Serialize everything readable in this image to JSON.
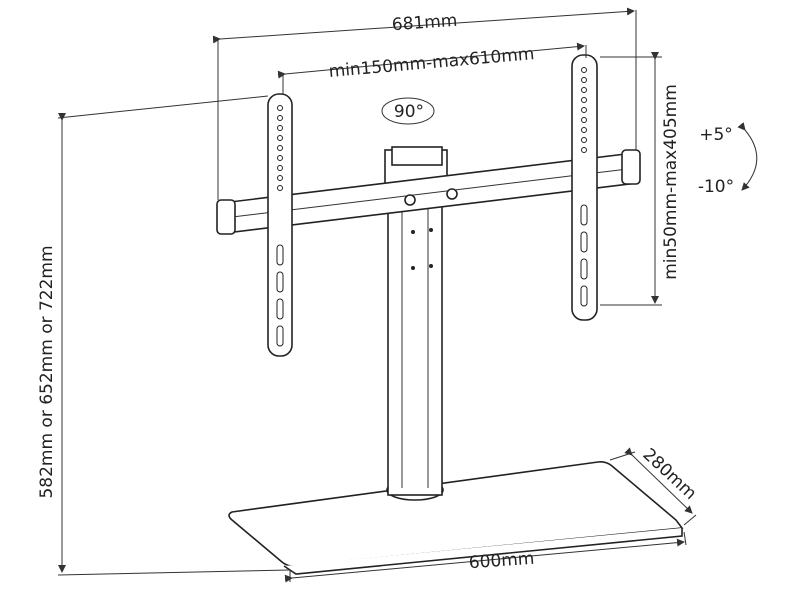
{
  "diagram": {
    "dimensions": {
      "overall_width": "681mm",
      "vesa_horizontal": "min150mm-max610mm",
      "vesa_vertical": "min50mm-max405mm",
      "height": "582mm or 652mm or 722mm",
      "base_depth": "280mm",
      "base_width": "600mm"
    },
    "rotation": "90°",
    "tilt_up": "+5°",
    "tilt_down": "-10°",
    "colors": {
      "line": "#222222",
      "background": "#ffffff"
    }
  }
}
